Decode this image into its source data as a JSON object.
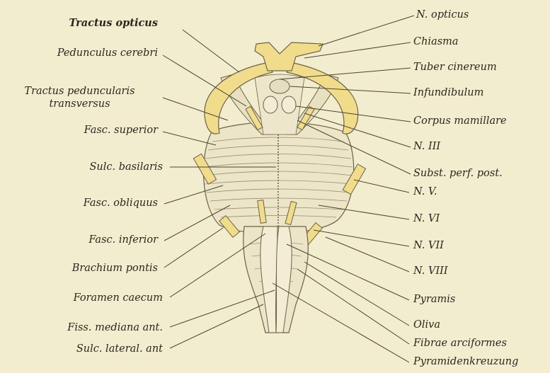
{
  "labels_left": [
    {
      "id": "tractus-opticus",
      "text": "Tractus opticus",
      "bold": true
    },
    {
      "id": "pedunculus-cerebri",
      "text": "Pedunculus cerebri"
    },
    {
      "id": "tractus-peduncularis-1",
      "text": "Tractus peduncularis"
    },
    {
      "id": "tractus-peduncularis-2",
      "text": "transversus"
    },
    {
      "id": "fasc-superior",
      "text": "Fasc. superior"
    },
    {
      "id": "sulc-basilaris",
      "text": "Sulc. basilaris"
    },
    {
      "id": "fasc-obliquus",
      "text": "Fasc. obliquus"
    },
    {
      "id": "fasc-inferior",
      "text": "Fasc. inferior"
    },
    {
      "id": "brachium-pontis",
      "text": "Brachium pontis"
    },
    {
      "id": "foramen-caecum",
      "text": "Foramen caecum"
    },
    {
      "id": "fiss-mediana",
      "text": "Fiss. mediana ant."
    },
    {
      "id": "sulc-lateral",
      "text": "Sulc. lateral. ant"
    }
  ],
  "labels_right": [
    {
      "id": "n-opticus",
      "text": "N. opticus"
    },
    {
      "id": "chiasma",
      "text": "Chiasma"
    },
    {
      "id": "tuber-cinereum",
      "text": "Tuber cinereum"
    },
    {
      "id": "infundibulum",
      "text": "Infundibulum"
    },
    {
      "id": "corpus-mamillare",
      "text": "Corpus mamillare"
    },
    {
      "id": "n-iii",
      "text": "N. III"
    },
    {
      "id": "subst-perf",
      "text": "Subst. perf. post."
    },
    {
      "id": "n-v",
      "text": "N. V."
    },
    {
      "id": "n-vi",
      "text": "N. VI"
    },
    {
      "id": "n-vii",
      "text": "N. VII"
    },
    {
      "id": "n-viii",
      "text": "N. VIII"
    },
    {
      "id": "pyramis",
      "text": "Pyramis"
    },
    {
      "id": "oliva",
      "text": "Oliva"
    },
    {
      "id": "fibrae-arciformes",
      "text": "Fibrae arciformes"
    },
    {
      "id": "pyramidenkreuzung",
      "text": "Pyramidenkreuzung"
    }
  ],
  "colors": {
    "background": "#f3edcf",
    "nerve_yellow": "#f1dc8c",
    "nerve_outline": "#6b6247",
    "ink": "#2a2620"
  }
}
